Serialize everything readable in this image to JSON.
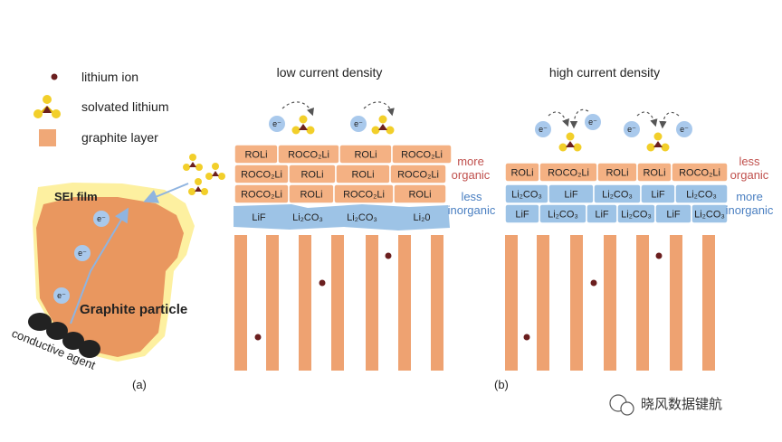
{
  "legend": {
    "lithium_ion": "lithium ion",
    "solvated_lithium": "solvated lithium",
    "graphite_layer": "graphite layer"
  },
  "panel_a": {
    "sei_film": "SEI film",
    "graphite_particle": "Graphite particle",
    "conductive_agent": "conductive agent",
    "label": "(a)",
    "electron": "e⁻"
  },
  "panel_b": {
    "label": "(b)",
    "low": {
      "title": "low current density",
      "rows": [
        [
          "ROLi",
          "ROCO₂Li",
          "ROLi",
          "ROCO₂Li"
        ],
        [
          "ROCO₂Li",
          "ROLi",
          "ROLi",
          "ROCO₂Li"
        ],
        [
          "ROCO₂Li",
          "ROLi",
          "ROCO₂Li",
          "ROLi"
        ]
      ],
      "inorganic": [
        "LiF",
        "Li₂CO₃",
        "Li₂CO₃",
        "Li₂0"
      ],
      "side_red": [
        "more",
        "organic"
      ],
      "side_blue": [
        "less",
        "inorganic"
      ]
    },
    "high": {
      "title": "high current density",
      "organic_row": [
        "ROLi",
        "ROCO₂Li",
        "ROLi",
        "ROLi",
        "ROCO₂Li"
      ],
      "inorganic_rows": [
        [
          "Li₂CO₃",
          "LiF",
          "Li₂CO₃",
          "LiF",
          "Li₂CO₃"
        ],
        [
          "LiF",
          "Li₂CO₃",
          "LiF",
          "Li₂CO₃",
          "LiF",
          "Li₂CO₃"
        ]
      ],
      "side_red": [
        "less",
        "organic"
      ],
      "side_blue": [
        "more",
        "inorganic"
      ]
    }
  },
  "watermark": "晓风数据键航",
  "colors": {
    "organic": "#f4b183",
    "inorganic": "#9dc3e6",
    "graphite": "#eea271",
    "particle": "#e9975f",
    "sei": "#fdf0a0",
    "ion": "#6b1f1f",
    "electron": "#a9c9ec",
    "red_text": "#c0504d",
    "blue_text": "#4a7fc1"
  }
}
